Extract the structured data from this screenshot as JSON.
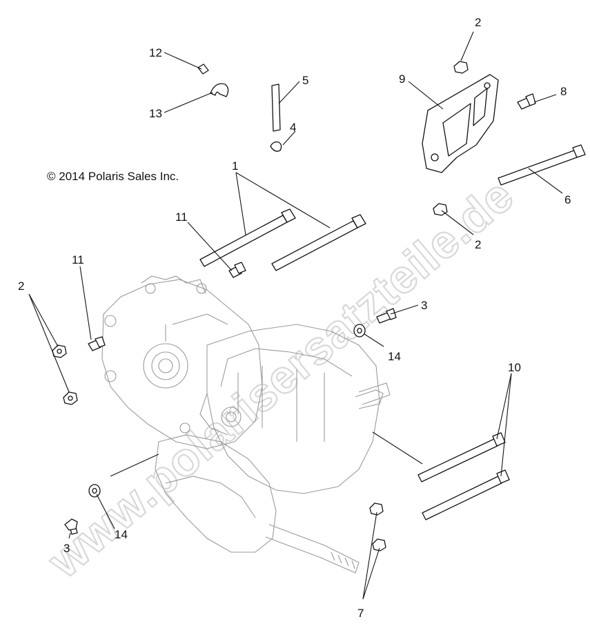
{
  "copyright": "© 2014 Polaris Sales Inc.",
  "watermark": "www.polarisersatzteile.de",
  "callouts": {
    "c1": "1",
    "c2a": "2",
    "c2b": "2",
    "c2c": "2",
    "c3a": "3",
    "c3b": "3",
    "c4": "4",
    "c5": "5",
    "c6": "6",
    "c7": "7",
    "c8": "8",
    "c9": "9",
    "c10": "10",
    "c11a": "11",
    "c11b": "11",
    "c12": "12",
    "c13": "13",
    "c14a": "14",
    "c14b": "14"
  },
  "colors": {
    "ink": "#111111",
    "watermark": "#d8d8d8",
    "engine_outline": "#9a9a9a"
  }
}
